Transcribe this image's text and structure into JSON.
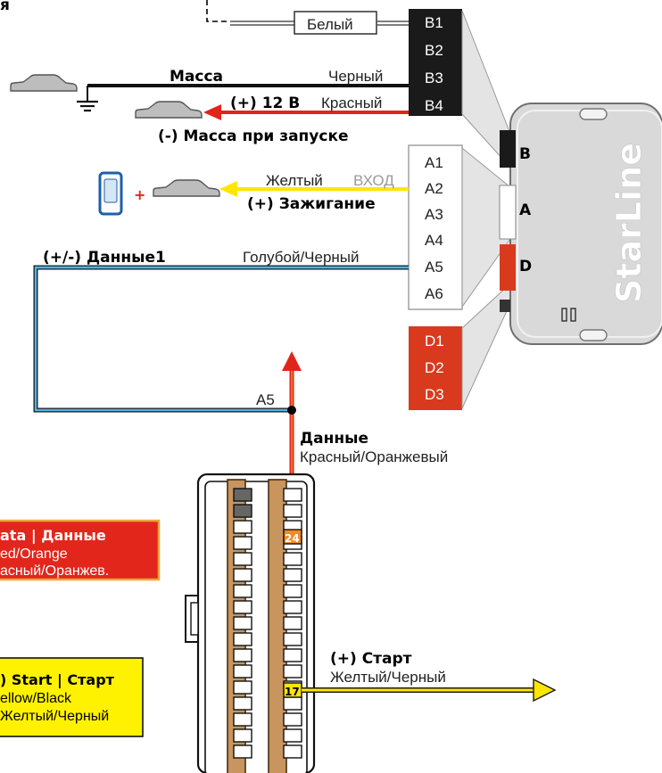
{
  "wires": {
    "white": "Белый",
    "black": "Черный",
    "red": "Красный",
    "yellow": "Желтый",
    "vhod": "ВХОД",
    "blue_black": "Голубой/Черный"
  },
  "labels": {
    "top_left": "я",
    "massa": "Масса",
    "plus12": "(+) 12 В",
    "minus_massa": "(-) Масса при запуске",
    "ignition": "(+) Зажигание",
    "data1": "(+/-) Данные1",
    "a5": "A5",
    "dannye": "Данные",
    "red_orange": "Красный/Оранжевый",
    "start_ru": "(+) Старт",
    "yellow_black": "Желтый/Черный",
    "plus_sign": "+"
  },
  "connector_b": [
    "B1",
    "B2",
    "B3",
    "B4"
  ],
  "connector_a": [
    "A1",
    "A2",
    "A3",
    "A4",
    "A5",
    "A6"
  ],
  "connector_d": [
    "D1",
    "D2",
    "D3"
  ],
  "module": {
    "brand": "StarLine",
    "port_b": "B",
    "port_a": "A",
    "port_d": "D"
  },
  "pins": {
    "data_pin": "24",
    "start_pin": "17"
  },
  "legend_data": {
    "line1": "ata | Данные",
    "line2": "ed/Orange",
    "line3": "асный/Оранжев."
  },
  "legend_start": {
    "line1": ") Start | Старт",
    "line2": "ellow/Black",
    "line3": "Желтый/Черный"
  },
  "colors": {
    "red_wire": "#e1251b",
    "orange_wire": "#f08a24",
    "yellow_wire": "#ffe600",
    "blue_wire": "#1f78b4",
    "connector_red": "#d93a1e",
    "legend_red": "#e2261b",
    "legend_yellow": "#fff200",
    "pin_brown": "#c8955e"
  }
}
